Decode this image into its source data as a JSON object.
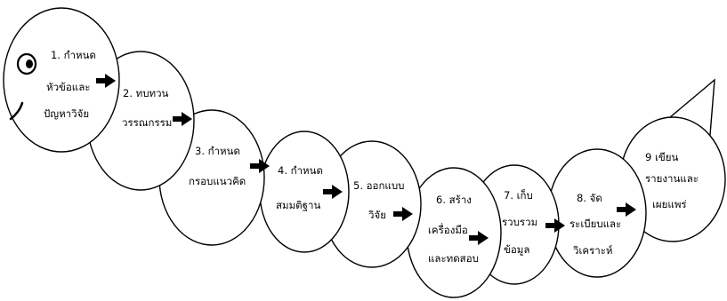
{
  "colors": {
    "outline": "#000000",
    "segment_fill": "#ffffff",
    "arrow": "#000000"
  },
  "steps": [
    {
      "lines": [
        "1. กำหนด",
        "หัวข้อและ",
        "ปัญหาวิจัย"
      ]
    },
    {
      "lines": [
        "2. ทบทวน",
        "วรรณกรรม"
      ]
    },
    {
      "lines": [
        "3. กำหนด",
        "กรอบแนวคิด"
      ]
    },
    {
      "lines": [
        "4. กำหนด",
        "สมมติฐาน"
      ]
    },
    {
      "lines": [
        "5. ออกแบบ",
        "วิจัย"
      ]
    },
    {
      "lines": [
        "6. สร้าง",
        "เครื่องมือ",
        "และทดสอบ"
      ]
    },
    {
      "lines": [
        "7. เก็บ",
        "รวบรวม",
        "ข้อมูล"
      ]
    },
    {
      "lines": [
        "8. จัด",
        "ระเบียบและ",
        "วิเคราะห์"
      ]
    },
    {
      "lines": [
        "9 เขียน",
        "รายงานและ",
        "เผยแพร่"
      ]
    }
  ]
}
